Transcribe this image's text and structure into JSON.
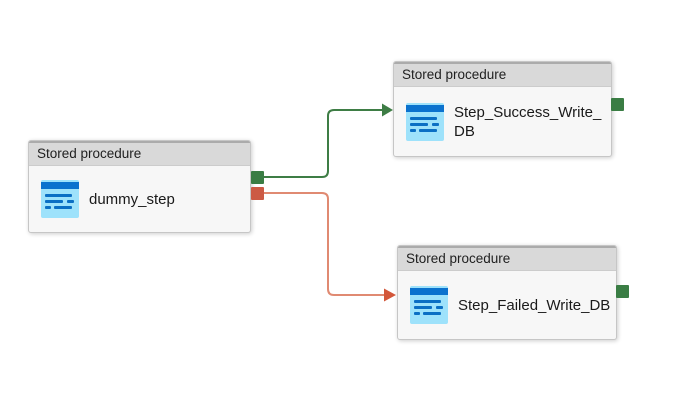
{
  "canvas": {
    "kind": "job-step-flow-designer"
  },
  "nodes": [
    {
      "type_label": "Stored procedure",
      "name": "dummy_step"
    },
    {
      "type_label": "Stored procedure",
      "name": "Step_Success_Write_DB"
    },
    {
      "type_label": "Stored procedure",
      "name": "Step_Failed_Write_DB"
    }
  ],
  "edges": [
    {
      "from": "dummy_step",
      "to": "Step_Success_Write_DB",
      "condition": "on-success"
    },
    {
      "from": "dummy_step",
      "to": "Step_Failed_Write_DB",
      "condition": "on-failure"
    }
  ],
  "colors": {
    "success_line": "#3E7D45",
    "success_arrow": "#3E7D45",
    "success_port": "#3A7D44",
    "failure_line": "#E08A72",
    "failure_arrow": "#D3573A",
    "failure_port": "#CC5A44"
  }
}
